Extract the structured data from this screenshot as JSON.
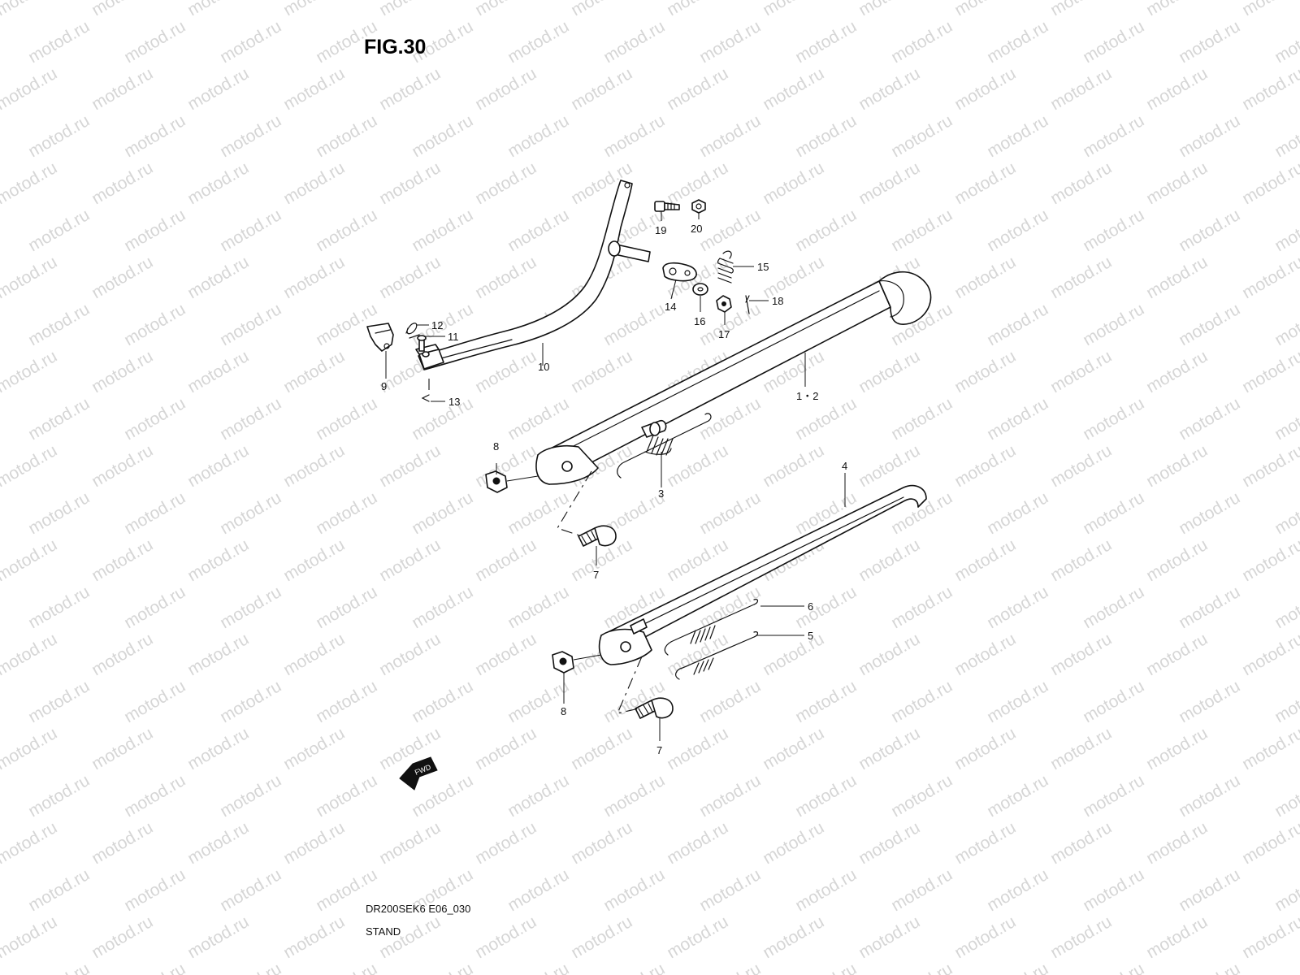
{
  "figure": {
    "title": "FIG.30",
    "drawing_code": "DR200SEK6 E06_030",
    "section_name": "STAND"
  },
  "watermark": {
    "text": "motod.ru"
  },
  "fwd_badge": {
    "text": "FWD"
  },
  "callouts": {
    "c1": "1・2",
    "c3": "3",
    "c4": "4",
    "c5": "5",
    "c6": "6",
    "c7a": "7",
    "c7b": "7",
    "c8a": "8",
    "c8b": "8",
    "c9": "9",
    "c10": "10",
    "c11": "11",
    "c12": "12",
    "c13": "13",
    "c14": "14",
    "c15": "15",
    "c16": "16",
    "c17": "17",
    "c18": "18",
    "c19": "19",
    "c20": "20"
  },
  "colors": {
    "line": "#111111",
    "watermark": "#d6d6d6",
    "background": "#ffffff"
  }
}
